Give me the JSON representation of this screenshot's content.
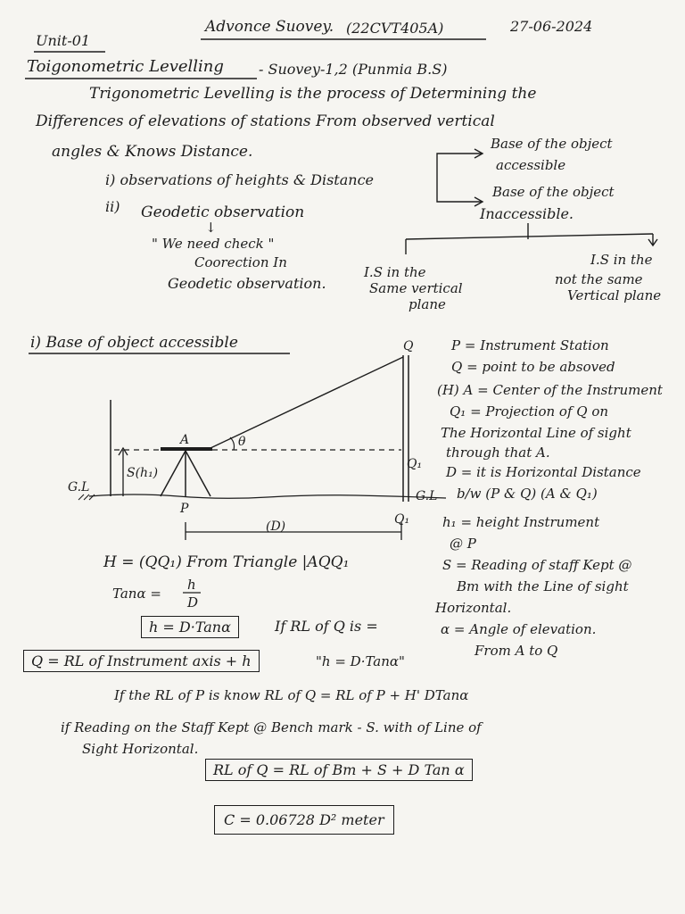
{
  "header": {
    "title": "Advonce Suovey.",
    "code": "(22CVT405A)",
    "date": "27-06-2024",
    "unit": "Unit-01",
    "topic": "Toigonometric Levelling",
    "topic_ref": "- Suovey-1,2 (Punmia B.S)"
  },
  "intro": {
    "line1": "Trigonometric Levelling is the process of Determining the",
    "line2": "Differences of elevations of stations From observed vertical",
    "line3": "angles & Knows Distance.",
    "item1": "i) observations of heights & Distance",
    "item2_num": "ii)",
    "item2": "Geodetic observation",
    "down_arrow": "↓",
    "note1": "\" We need check \"",
    "note2": "Coorection In",
    "note3": "Geodetic observation."
  },
  "classification": {
    "branch1_l1": "Base of the object",
    "branch1_l2": "accessible",
    "branch2_l1": "Base of the object",
    "branch2_l2": "Inaccessible.",
    "sub1_l1": "I.S in the",
    "sub1_l2": "Same vertical",
    "sub1_l3": "plane",
    "sub2_l1": "I.S in the",
    "sub2_l2": "not the same",
    "sub2_l3": "Vertical plane"
  },
  "section": {
    "heading": "i) Base of object accessible"
  },
  "diagram": {
    "label_Q": "Q",
    "label_A": "A",
    "label_theta": "θ",
    "label_S": "S(h₁)",
    "label_GL_left": "G.L",
    "label_GL_right": "G.L",
    "label_P": "P",
    "label_Q1_mid": "Q₁",
    "label_Q1_base": "Q₁",
    "label_D": "(D)"
  },
  "legend": {
    "l1": "P = Instrument Station",
    "l2": "Q = point to be absoved",
    "l3": "(H) A = Center of the Instrument",
    "l4": "Q₁ = Projection of Q on",
    "l5": "The Horizontal Line of sight",
    "l6": "through that A.",
    "l7": "D = it is Horizontal Distance",
    "l8": "b/w (P & Q) (A & Q₁)",
    "l9": "h₁ = height Instrument",
    "l10": "@ P",
    "l11": "S = Reading of staff Kept @",
    "l12": "Bm with the Line of sight",
    "l13": "Horizontal.",
    "l14": "α = Angle of elevation.",
    "l15": "From A to Q"
  },
  "formulas": {
    "f1": "H = (QQ₁) From Triangle |AQQ₁",
    "f2_lhs": "Tanα =",
    "f2_num": "h",
    "f2_den": "D",
    "f3": "h = D·Tanα",
    "f4": "If RL of Q is =",
    "f5": "Q = RL of Instrument axis + h",
    "f6": "\"h = D·Tanα\"",
    "f7": "If the RL of P is know RL of Q = RL of P + H' DTanα",
    "f8": "if Reading on the Staff Kept @ Bench mark - S. with of Line of",
    "f9": "Sight Horizontal.",
    "f10": "RL of Q = RL of Bm + S + D Tan α",
    "f11": "C = 0.06728 D² meter"
  }
}
